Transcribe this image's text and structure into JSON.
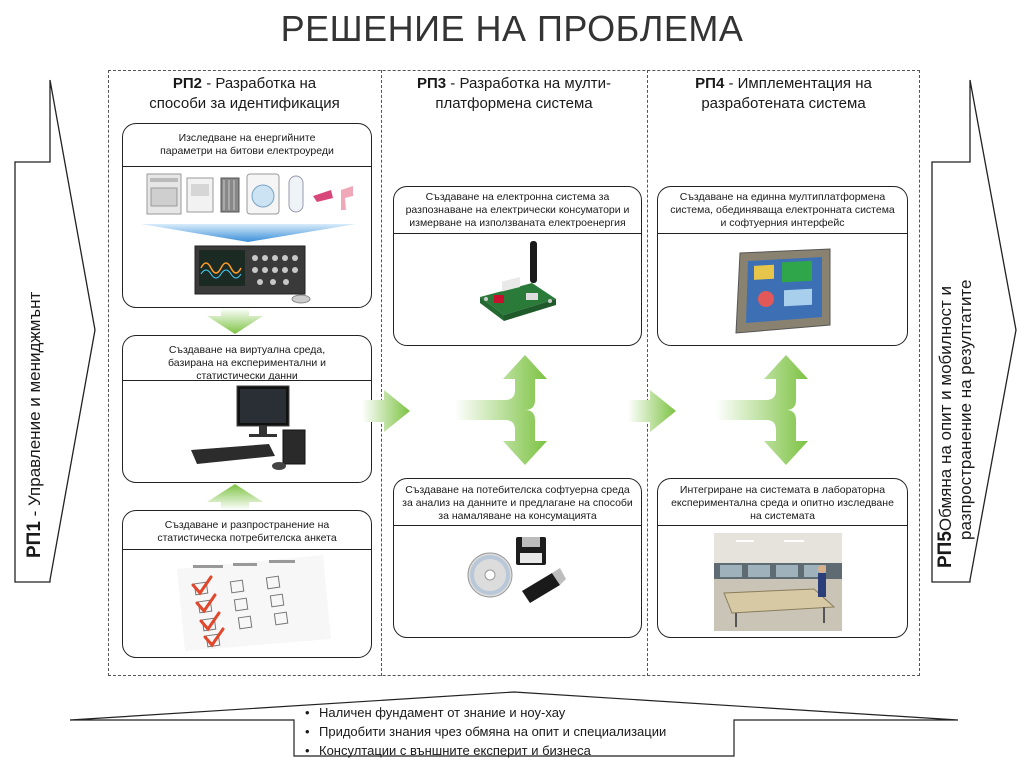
{
  "title": "РЕШЕНИЕ НА ПРОБЛЕМА",
  "rp1": {
    "code": "РП1",
    "label": " - Управление и мениджмънт"
  },
  "rp5": {
    "code": "РП5",
    "label_line1": "Обмяна на опит и мобилност и",
    "label_line2": "разпространение на резултатите"
  },
  "rp2": {
    "code": "РП2",
    "title_line1": " - Разработка на",
    "title_line2": "способи за идентификация",
    "box1": {
      "text": "Изследване на енергийните параметри на битови електроуреди"
    },
    "box2": {
      "text": "Създаване на виртуална среда, базирана на експериментални и статистически данни"
    },
    "box3": {
      "text": "Създаване и разпространение на статистическа потребителска анкета"
    }
  },
  "rp3": {
    "code": "РП3",
    "title_line1": " - Разработка на мулти-",
    "title_line2": "платформена система",
    "box1": {
      "text": "Създаване на електронна система за разпознаване на електрически консуматори и измерване на използваната електроенергия"
    },
    "box2": {
      "text": "Създаване на потебителска софтуерна среда за анализ на данните и предлагане на способи за намаляване на консумацията"
    }
  },
  "rp4": {
    "code": "РП4",
    "title_line1": " - Имплементация на",
    "title_line2": "разработената система",
    "box1": {
      "text": "Създаване на единна мултиплатформена система, обединяваща електронната система и софтуерния интерфейс"
    },
    "box2": {
      "text": "Интегриране на системата в лабораторна експериментална среда и опитно изследване на системата"
    }
  },
  "bullets": [
    "Наличен фундамент от знание и ноу-хау",
    "Придобити знания чрез обмяна на опит и специализации",
    "Консултации с външните експерит и бизнеса"
  ],
  "colors": {
    "arrow_green": "#8fd14f",
    "arrow_blue": "#4a90d9",
    "frame": "#555555"
  }
}
